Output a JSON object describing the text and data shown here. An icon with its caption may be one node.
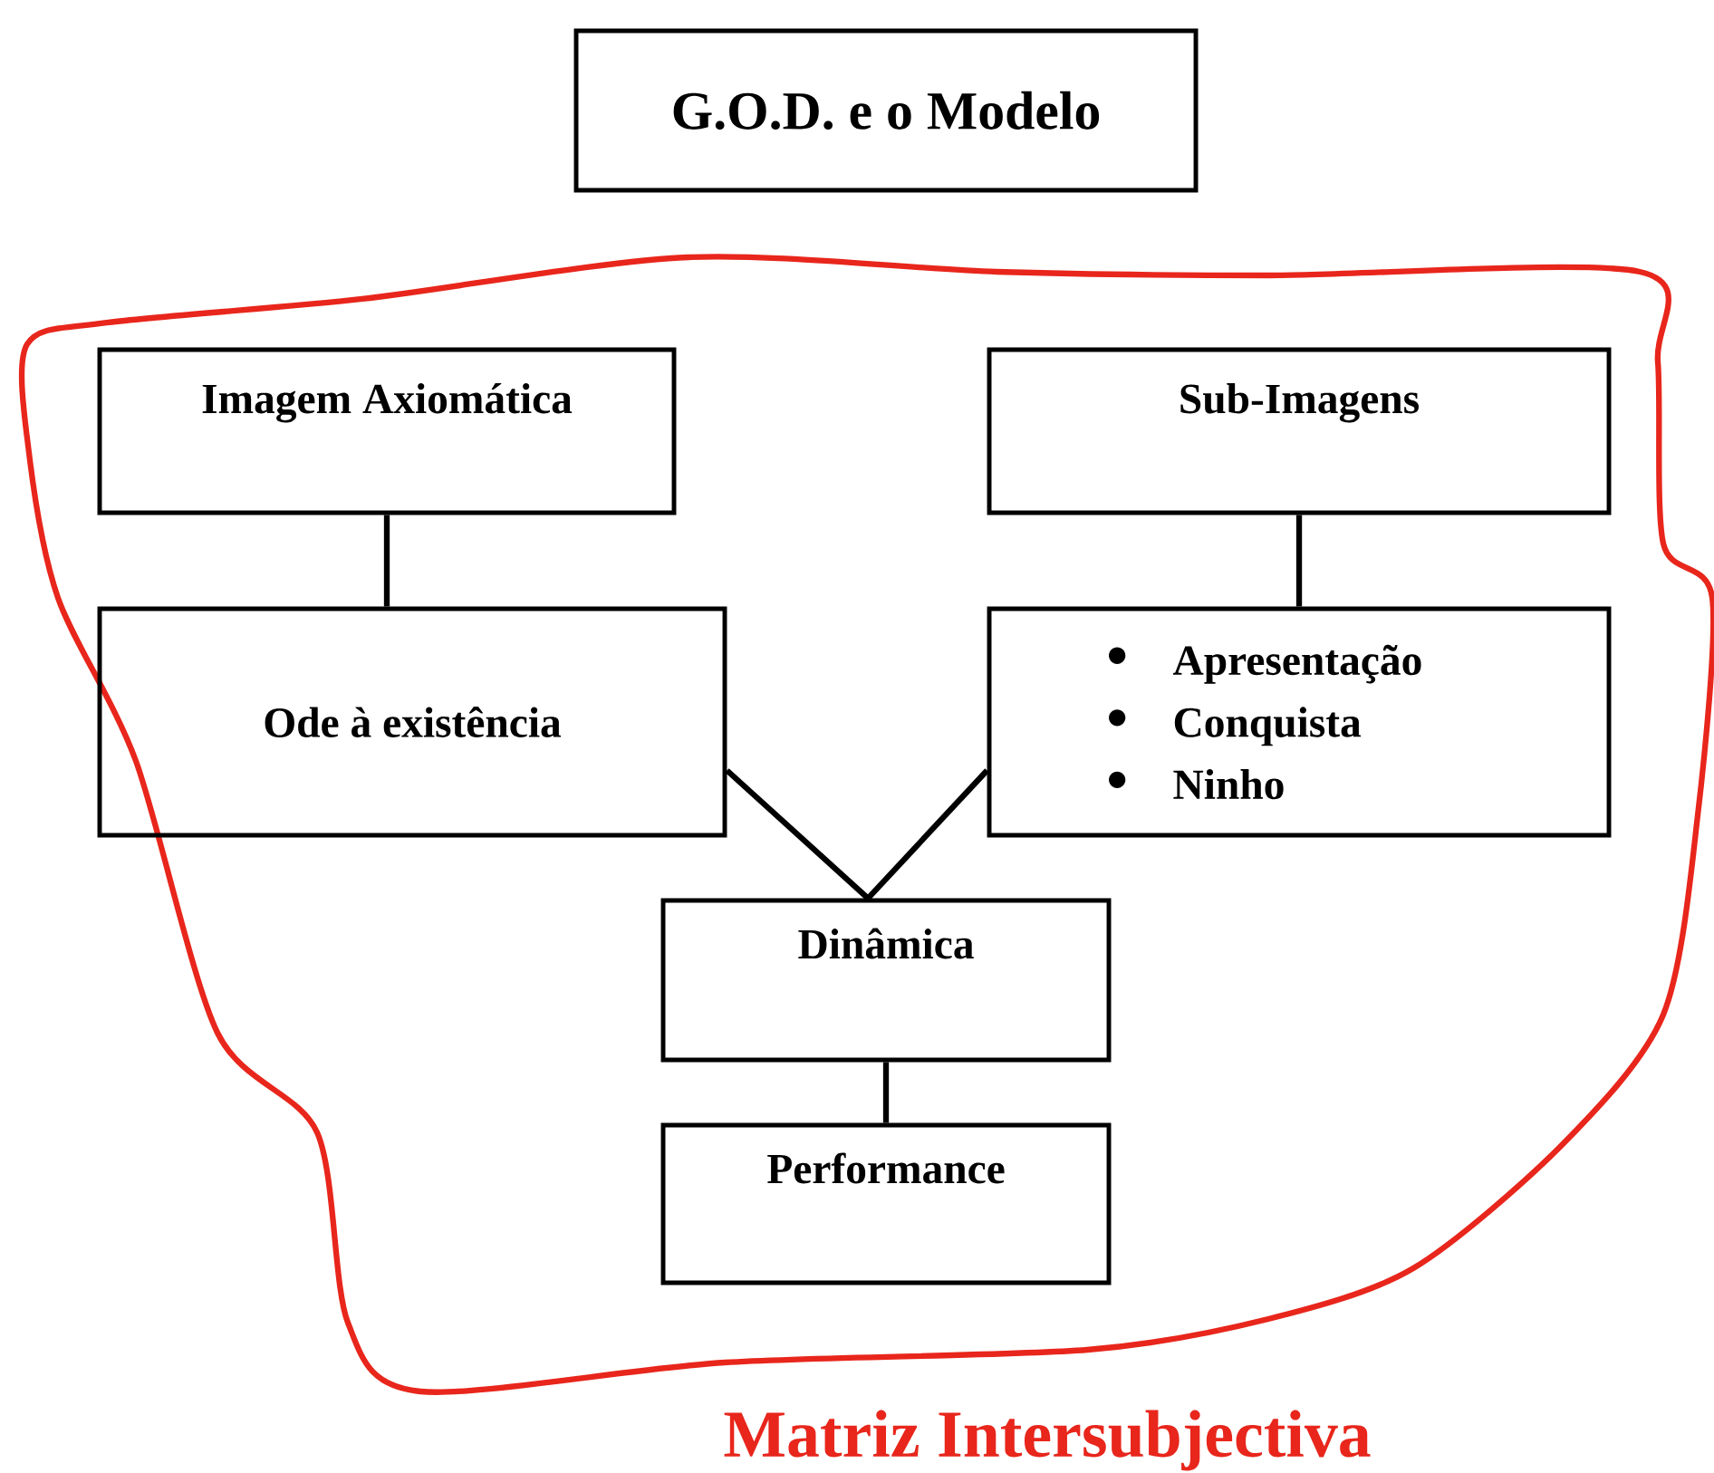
{
  "diagram": {
    "nodes": [
      {
        "text": [
          "G.O.D. e o Modelo"
        ]
      },
      {
        "text": [
          "Matriz Intersubjectiva"
        ]
      },
      {
        "text": [
          "Imagem Axiomática"
        ],
        "in": 1
      },
      {
        "text": [
          "Sub-Imagens"
        ],
        "in": 1
      },
      {
        "text": [
          "Ode à existência"
        ],
        "in": 1
      },
      {
        "text": [
          "Apresentação",
          "Conquista",
          "Ninho"
        ],
        "in": 1
      },
      {
        "text": [
          "Dinâmica"
        ],
        "in": 1
      },
      {
        "text": [
          "Performance"
        ],
        "in": 1
      }
    ],
    "edges": [
      {
        "from": 2,
        "to": 4,
        "arrow": "none"
      },
      {
        "from": 3,
        "to": 5,
        "arrow": "none"
      },
      {
        "from": 4,
        "to": 6,
        "arrow": "none"
      },
      {
        "from": 5,
        "to": 6,
        "arrow": "none"
      },
      {
        "from": 6,
        "to": 7,
        "arrow": "none"
      }
    ]
  }
}
